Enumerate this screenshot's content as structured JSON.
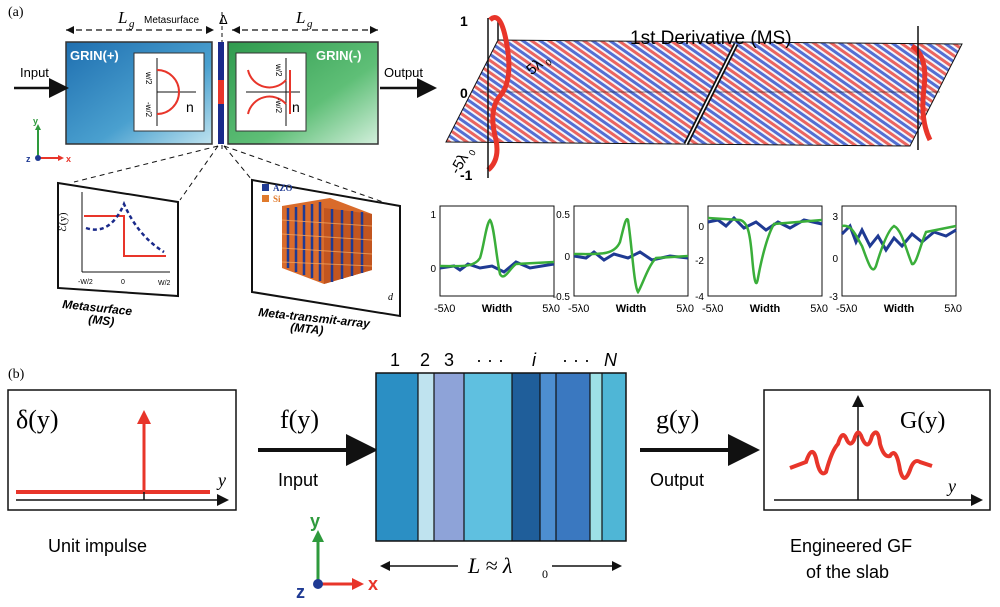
{
  "panel_a": {
    "label": "(a)",
    "setup": {
      "lg_left": "L",
      "lg_right": "L",
      "lg_sub": "g",
      "metasurface": "Metasurface",
      "delta": "Δ",
      "grin_plus": "GRIN(+)",
      "grin_minus": "GRIN(-)",
      "input": "Input",
      "output": "Output",
      "inset_plus_top": "w/2",
      "inset_plus_bottom": "-w/2",
      "inset_minus_top": "w/2",
      "inset_minus_bottom": "-w/2",
      "n_label": "n",
      "axis_y": "y",
      "axis_z": "z",
      "axis_x": "x"
    },
    "ms_box": {
      "ylabel": "ℰ(y)",
      "tick_left": "-W/2",
      "tick_mid": "0",
      "tick_right": "W/2",
      "caption1": "Metasurface",
      "caption2": "(MS)"
    },
    "mta_box": {
      "legend_azo": "AZO",
      "legend_si": "Si",
      "d_label": "d",
      "caption1": "Meta-transmit-array",
      "caption2": "(MTA)"
    },
    "derivative_plot": {
      "title": "1st Derivative (MS)",
      "y_top": "1",
      "y_mid": "0",
      "y_bottom": "-1",
      "width_top": "5λ",
      "width_bottom": "-5λ",
      "lambda_sub": "0"
    },
    "small_plots": {
      "xlabel": "Width",
      "x_left": "-5λ",
      "x_right": "5λ",
      "lambda_sub": "0",
      "plot1_ticks": [
        "1",
        "0"
      ],
      "plot2_ticks": [
        "0.5",
        "0",
        "-0.5"
      ],
      "plot3_ticks": [
        "0",
        "-2",
        "-4"
      ],
      "plot4_ticks": [
        "3",
        "0",
        "-3"
      ]
    }
  },
  "panel_b": {
    "label": "(b)",
    "delta_label": "δ(y)",
    "y_axis": "y",
    "unit_impulse": "Unit impulse",
    "f_label": "f(y)",
    "input": "Input",
    "slab_numbers": [
      "1",
      "2",
      "3",
      "· · ·",
      "i",
      "· · ·",
      "N"
    ],
    "length_label": "L ≈ λ",
    "length_sub": "0",
    "g_label": "g(y)",
    "output": "Output",
    "G_label": "G(y)",
    "engineered_line1": "Engineered GF",
    "engineered_line2": "of the slab",
    "axis_y": "y",
    "axis_z": "z",
    "axis_x": "x"
  },
  "colors": {
    "red": "#e8352a",
    "blue": "#1f3a93",
    "green": "#3aae3a",
    "grin_blue": "#2f7fb8",
    "grin_green": "#3aa55a"
  }
}
